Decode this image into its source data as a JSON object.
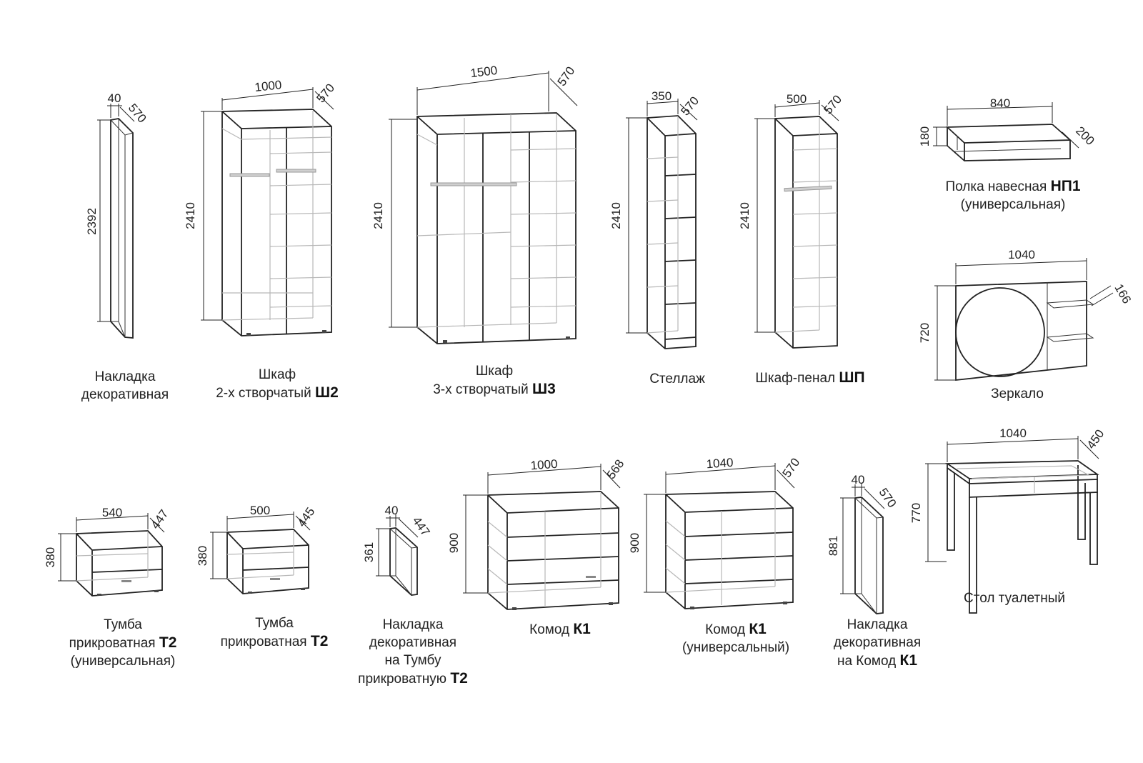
{
  "items": [
    {
      "id": "overlay-tall",
      "dims": [
        "40",
        "570",
        "2392"
      ],
      "caption_lines": [
        {
          "text": "Накладка"
        },
        {
          "text": "декоративная"
        }
      ]
    },
    {
      "id": "wardrobe-2",
      "dims": [
        "1000",
        "570",
        "2410"
      ],
      "caption_lines": [
        {
          "text": "Шкаф"
        },
        {
          "text": "2-х створчатый ",
          "bold": "Ш2"
        }
      ]
    },
    {
      "id": "wardrobe-3",
      "dims": [
        "1500",
        "570",
        "2410"
      ],
      "caption_lines": [
        {
          "text": "Шкаф"
        },
        {
          "text": "3-х створчатый ",
          "bold": "Ш3"
        }
      ]
    },
    {
      "id": "rack",
      "dims": [
        "350",
        "570",
        "2410"
      ],
      "caption_lines": [
        {
          "text": "Стеллаж"
        }
      ]
    },
    {
      "id": "pencil-case",
      "dims": [
        "500",
        "570",
        "2410"
      ],
      "caption_lines": [
        {
          "text": "Шкаф-пенал ",
          "bold": "ШП"
        }
      ]
    },
    {
      "id": "wall-shelf",
      "dims": [
        "840",
        "180",
        "200"
      ],
      "caption_lines": [
        {
          "text": "Полка навесная ",
          "bold": "НП1"
        },
        {
          "text": "(универсальная)"
        }
      ]
    },
    {
      "id": "mirror",
      "dims": [
        "1040",
        "720",
        "166"
      ],
      "caption_lines": [
        {
          "text": "Зеркало"
        }
      ]
    },
    {
      "id": "nightstand-540",
      "dims": [
        "540",
        "447",
        "380"
      ],
      "caption_lines": [
        {
          "text": "Тумба"
        },
        {
          "text": "прикроватная ",
          "bold": "Т2"
        },
        {
          "text": "(универсальная)"
        }
      ]
    },
    {
      "id": "nightstand-500",
      "dims": [
        "500",
        "445",
        "380"
      ],
      "caption_lines": [
        {
          "text": "Тумба"
        },
        {
          "text": "прикроватная ",
          "bold": "Т2"
        }
      ]
    },
    {
      "id": "overlay-nightstand",
      "dims": [
        "40",
        "447",
        "361"
      ],
      "caption_lines": [
        {
          "text": "Накладка"
        },
        {
          "text": "декоративная"
        },
        {
          "text": "на Тумбу"
        },
        {
          "text": "прикроватную ",
          "bold": "Т2"
        }
      ]
    },
    {
      "id": "dresser-1000",
      "dims": [
        "1000",
        "568",
        "900"
      ],
      "caption_lines": [
        {
          "text": "Комод ",
          "bold": "К1"
        }
      ]
    },
    {
      "id": "dresser-1040",
      "dims": [
        "1040",
        "570",
        "900"
      ],
      "caption_lines": [
        {
          "text": "Комод ",
          "bold": "К1"
        },
        {
          "text": "(универсальный)"
        }
      ]
    },
    {
      "id": "overlay-dresser",
      "dims": [
        "40",
        "570",
        "881"
      ],
      "caption_lines": [
        {
          "text": "Накладка"
        },
        {
          "text": "декоративная"
        },
        {
          "text": "на Комод ",
          "bold": "К1"
        }
      ]
    },
    {
      "id": "dressing-table",
      "dims": [
        "1040",
        "450",
        "770"
      ],
      "caption_lines": [
        {
          "text": "Стол туалетный"
        }
      ]
    }
  ]
}
